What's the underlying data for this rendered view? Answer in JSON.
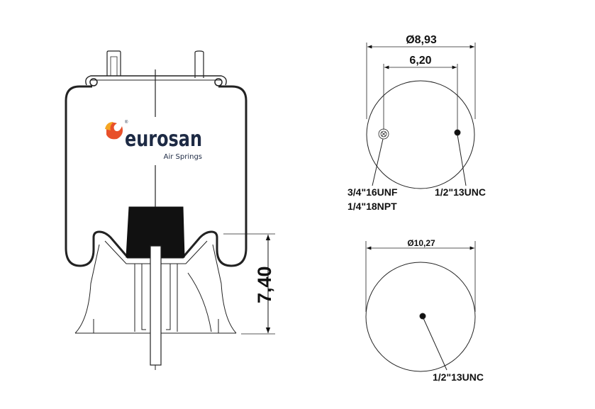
{
  "logo": {
    "brand": "eurosan",
    "tagline": "Air Springs",
    "registered": "®",
    "brand_color": "#1d2a44",
    "flame_colors": [
      "#e8502a",
      "#f5a623"
    ]
  },
  "side_view": {
    "height_dimension": "7,40"
  },
  "top_view": {
    "outer_diameter": "Ø8,93",
    "stud_spacing": "6,20",
    "left_port_label_1": "3/4\"16UNF",
    "left_port_label_2": "1/4\"18NPT",
    "right_stud_label": "1/2\"13UNC"
  },
  "bottom_view": {
    "diameter": "Ø10,27",
    "center_stud_label": "1/2\"13UNC"
  }
}
